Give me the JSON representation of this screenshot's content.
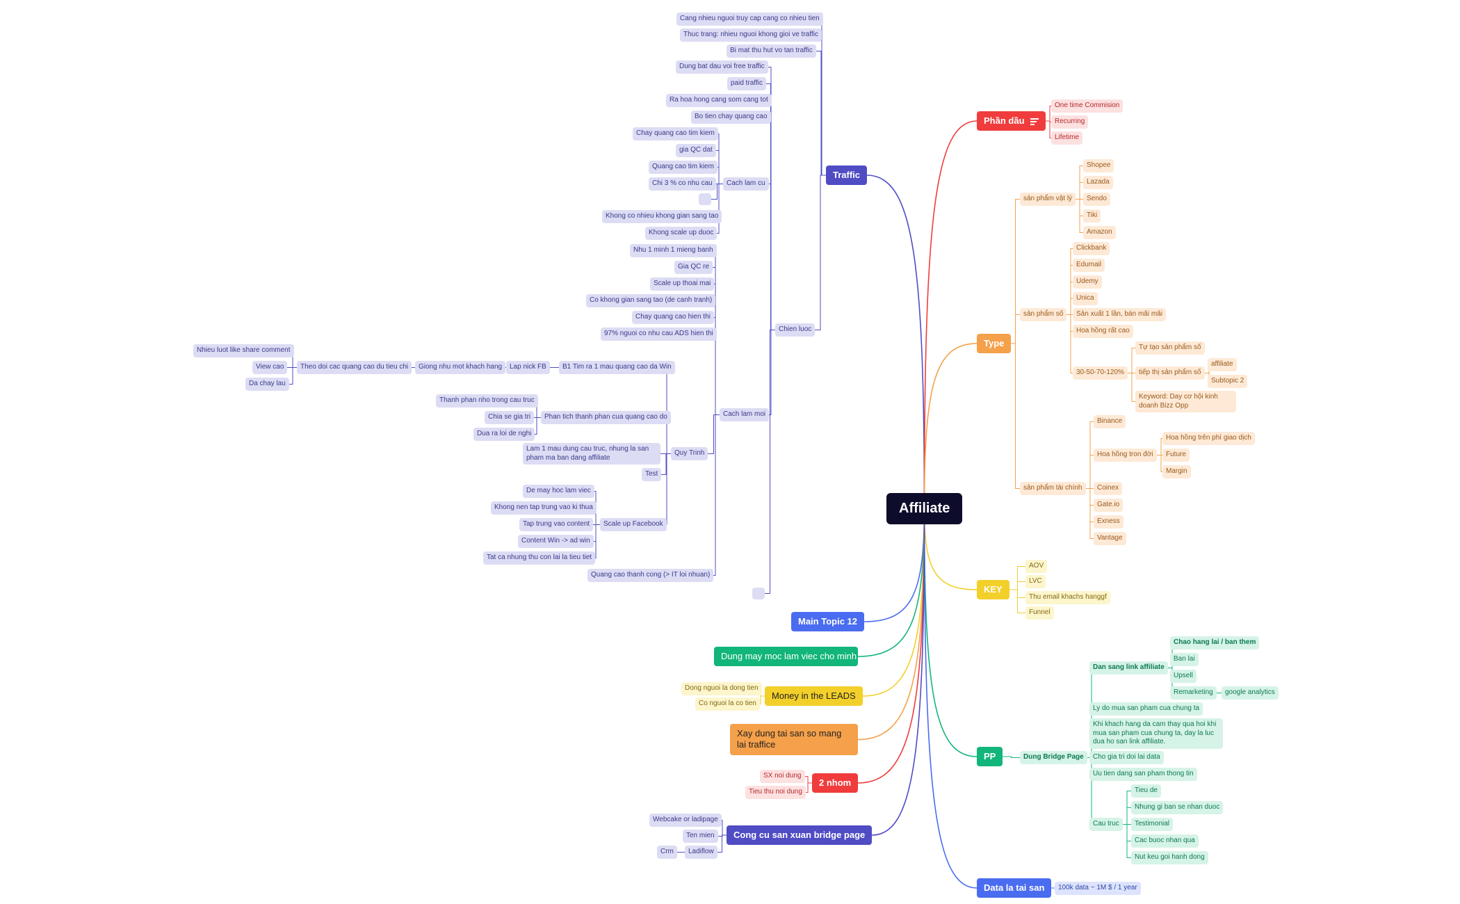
{
  "colors": {
    "root": "#0d0d2b",
    "traffic": "#4f4cc4",
    "traffic_bg": "#dcdcf4",
    "red": "#f03c3c",
    "red_bg": "#fde0e0",
    "orange": "#f5a04a",
    "orange_bg": "#fde9d6",
    "yellow": "#f3cf2a",
    "yellow_bg": "#fdf5cc",
    "green": "#12b57a",
    "green_bg": "#d6f3e7",
    "blue": "#4a6cf0",
    "blue_bg": "#dde3fc"
  },
  "root_label": "Affiliate",
  "branches": {
    "traffic": "Traffic",
    "phan_dau": "Phần dầu",
    "type": "Type",
    "key": "KEY",
    "pp": "PP",
    "data": "Data la tai san",
    "main12": "Main Topic 12",
    "dung_may": "Dung may moc lam viec cho minh",
    "money": "Money in the LEADS",
    "xay_dung": "Xay dung tai san so mang lai traffice",
    "two_nhom": "2 nhom",
    "cong_cu": "Cong cu san xuan bridge page"
  },
  "traffic": {
    "t1": "Cang nhieu nguoi truy cap cang co nhieu tien",
    "t2": "Thuc trang: nhieu nguoi khong gioi ve traffic",
    "t3": "Bi mat thu hut vo tan traffic",
    "chien_luoc": "Chien luoc",
    "cl1": "Dung bat dau voi free traffic",
    "cl2": "paid traffic",
    "cl3": "Ra hoa hong cang som cang tot",
    "cl4": "Bo tien chay quang cao",
    "cach_cu": "Cach lam cu",
    "cu1": "Chay quang cao tim kiem",
    "cu2": "gia QC dat",
    "cu3": "Quang cao tim kiem",
    "cu4": "Chi 3 % co nhu cau",
    "cu6": "Khong co nhieu khong gian sang tao",
    "cu7": "Khong scale up duoc",
    "cach_moi": "Cach lam moi",
    "m1": "Nhu 1 minh 1 mieng banh",
    "m2": "Gia QC re",
    "m3": "Scale up thoai mai",
    "m4": "Co khong gian sang tao (de canh tranh)",
    "m5": "Chay quang cao hien thi",
    "m6": "97% nguoi co nhu cau ADS hien thi",
    "quy_trinh": "Quy Trinh",
    "b1": "B1 Tim ra 1 mau quang cao da Win",
    "lap_nick": "Lap nick FB",
    "giong": "Giong nhu mot khach hang",
    "theo_doi": "Theo doi cac quang cao du tieu chi",
    "td1": "Nhieu luot like share comment",
    "td2": "View cao",
    "td3": "Da chay lau",
    "phan_tich": "Phan tich thanh phan cua quang cao do",
    "pt1": "Thanh phan nho trong cau truc",
    "pt2": "Chia se gia tri",
    "pt3": "Dua ra loi de nghi",
    "lam_mau": "Lam 1 mau dung cau truc, nhung la san pham ma ban dang affiliate",
    "test": "Test",
    "scale_fb": "Scale up Facebook",
    "s1": "De may hoc lam viec",
    "s2": "Khong nen tap trung vao ki thua",
    "s3": "Tap trung vao content",
    "s4": "Content Win -> ad win",
    "s5": "Tat ca nhung thu con lai la tieu tiet",
    "qc_thanh_cong": "Quang cao thanh cong (> IT loi nhuan)"
  },
  "phan_dau": {
    "a": "One time Commision",
    "b": "Recurring",
    "c": "Lifetime"
  },
  "type": {
    "vat_ly": "sản phẩm vật lý",
    "v1": "Shopee",
    "v2": "Lazada",
    "v3": "Sendo",
    "v4": "Tiki",
    "v5": "Amazon",
    "so": "sản phẩm số",
    "s1": "Clickbank",
    "s2": "Edumail",
    "s3": "Udemy",
    "s4": "Unica",
    "s5": "Sản xuất 1 lần, bán mãi mãi",
    "s6": "Hoa hồng rất cao",
    "s7": "30-50-70-120%",
    "tu_tao": "Tự tạo sản phẩm số",
    "tiep_thi": "tiếp thị sản phẩm số",
    "aff": "affiliate",
    "sub2": "Subtopic 2",
    "keyword": "Keyword: Day cơ hội kinh doanh Bizz Opp",
    "tai_chinh": "sản phẩm tài chính",
    "f1": "Binance",
    "hh_tron": "Hoa hồng tron đời",
    "hh1": "Hoa hồng trên phí giao dịch",
    "hh2": "Future",
    "hh3": "Margin",
    "f3": "Coinex",
    "f4": "Gate.io",
    "f5": "Exness",
    "f6": "Vantage"
  },
  "key": {
    "k1": "AOV",
    "k2": "LVC",
    "k3": "Thu email khachs hanggf",
    "k4": "Funnel"
  },
  "pp": {
    "dung_bridge": "Dung Bridge Page",
    "dan_sang": "Dan sang link affiliate",
    "d1": "Chao hang lai / ban them",
    "d2": "Ban lai",
    "d3": "Upsell",
    "d4": "Remarketing",
    "ga": "google analytics",
    "p2": "Ly do mua san pham cua chung ta",
    "p3": "Khi khach hang da cam thay qua hoi khi mua san pham cua chung ta, day la luc dua ho san link affiliate.",
    "p4": "Cho gia tri doi lai data",
    "p5": "Uu tien dang san pham thong tin",
    "cau_truc": "Cau truc",
    "c1": "Tieu de",
    "c2": "Nhung gi ban se nhan duoc",
    "c3": "Testimonial",
    "c4": "Cac buoc nhan qua",
    "c5": "Nut keu goi hanh dong"
  },
  "data_branch": {
    "d1": "100k data ~ 1M $ / 1 year"
  },
  "money": {
    "m1": "Dong nguoi la dong tien",
    "m2": "Co nguoi la co tien"
  },
  "two_nhom": {
    "n1": "SX noi dung",
    "n2": "Tieu thu noi dung"
  },
  "cong_cu": {
    "c1": "Webcake or ladipage",
    "c2": "Ten mien",
    "c3": "Ladiflow",
    "crm": "Crm"
  }
}
